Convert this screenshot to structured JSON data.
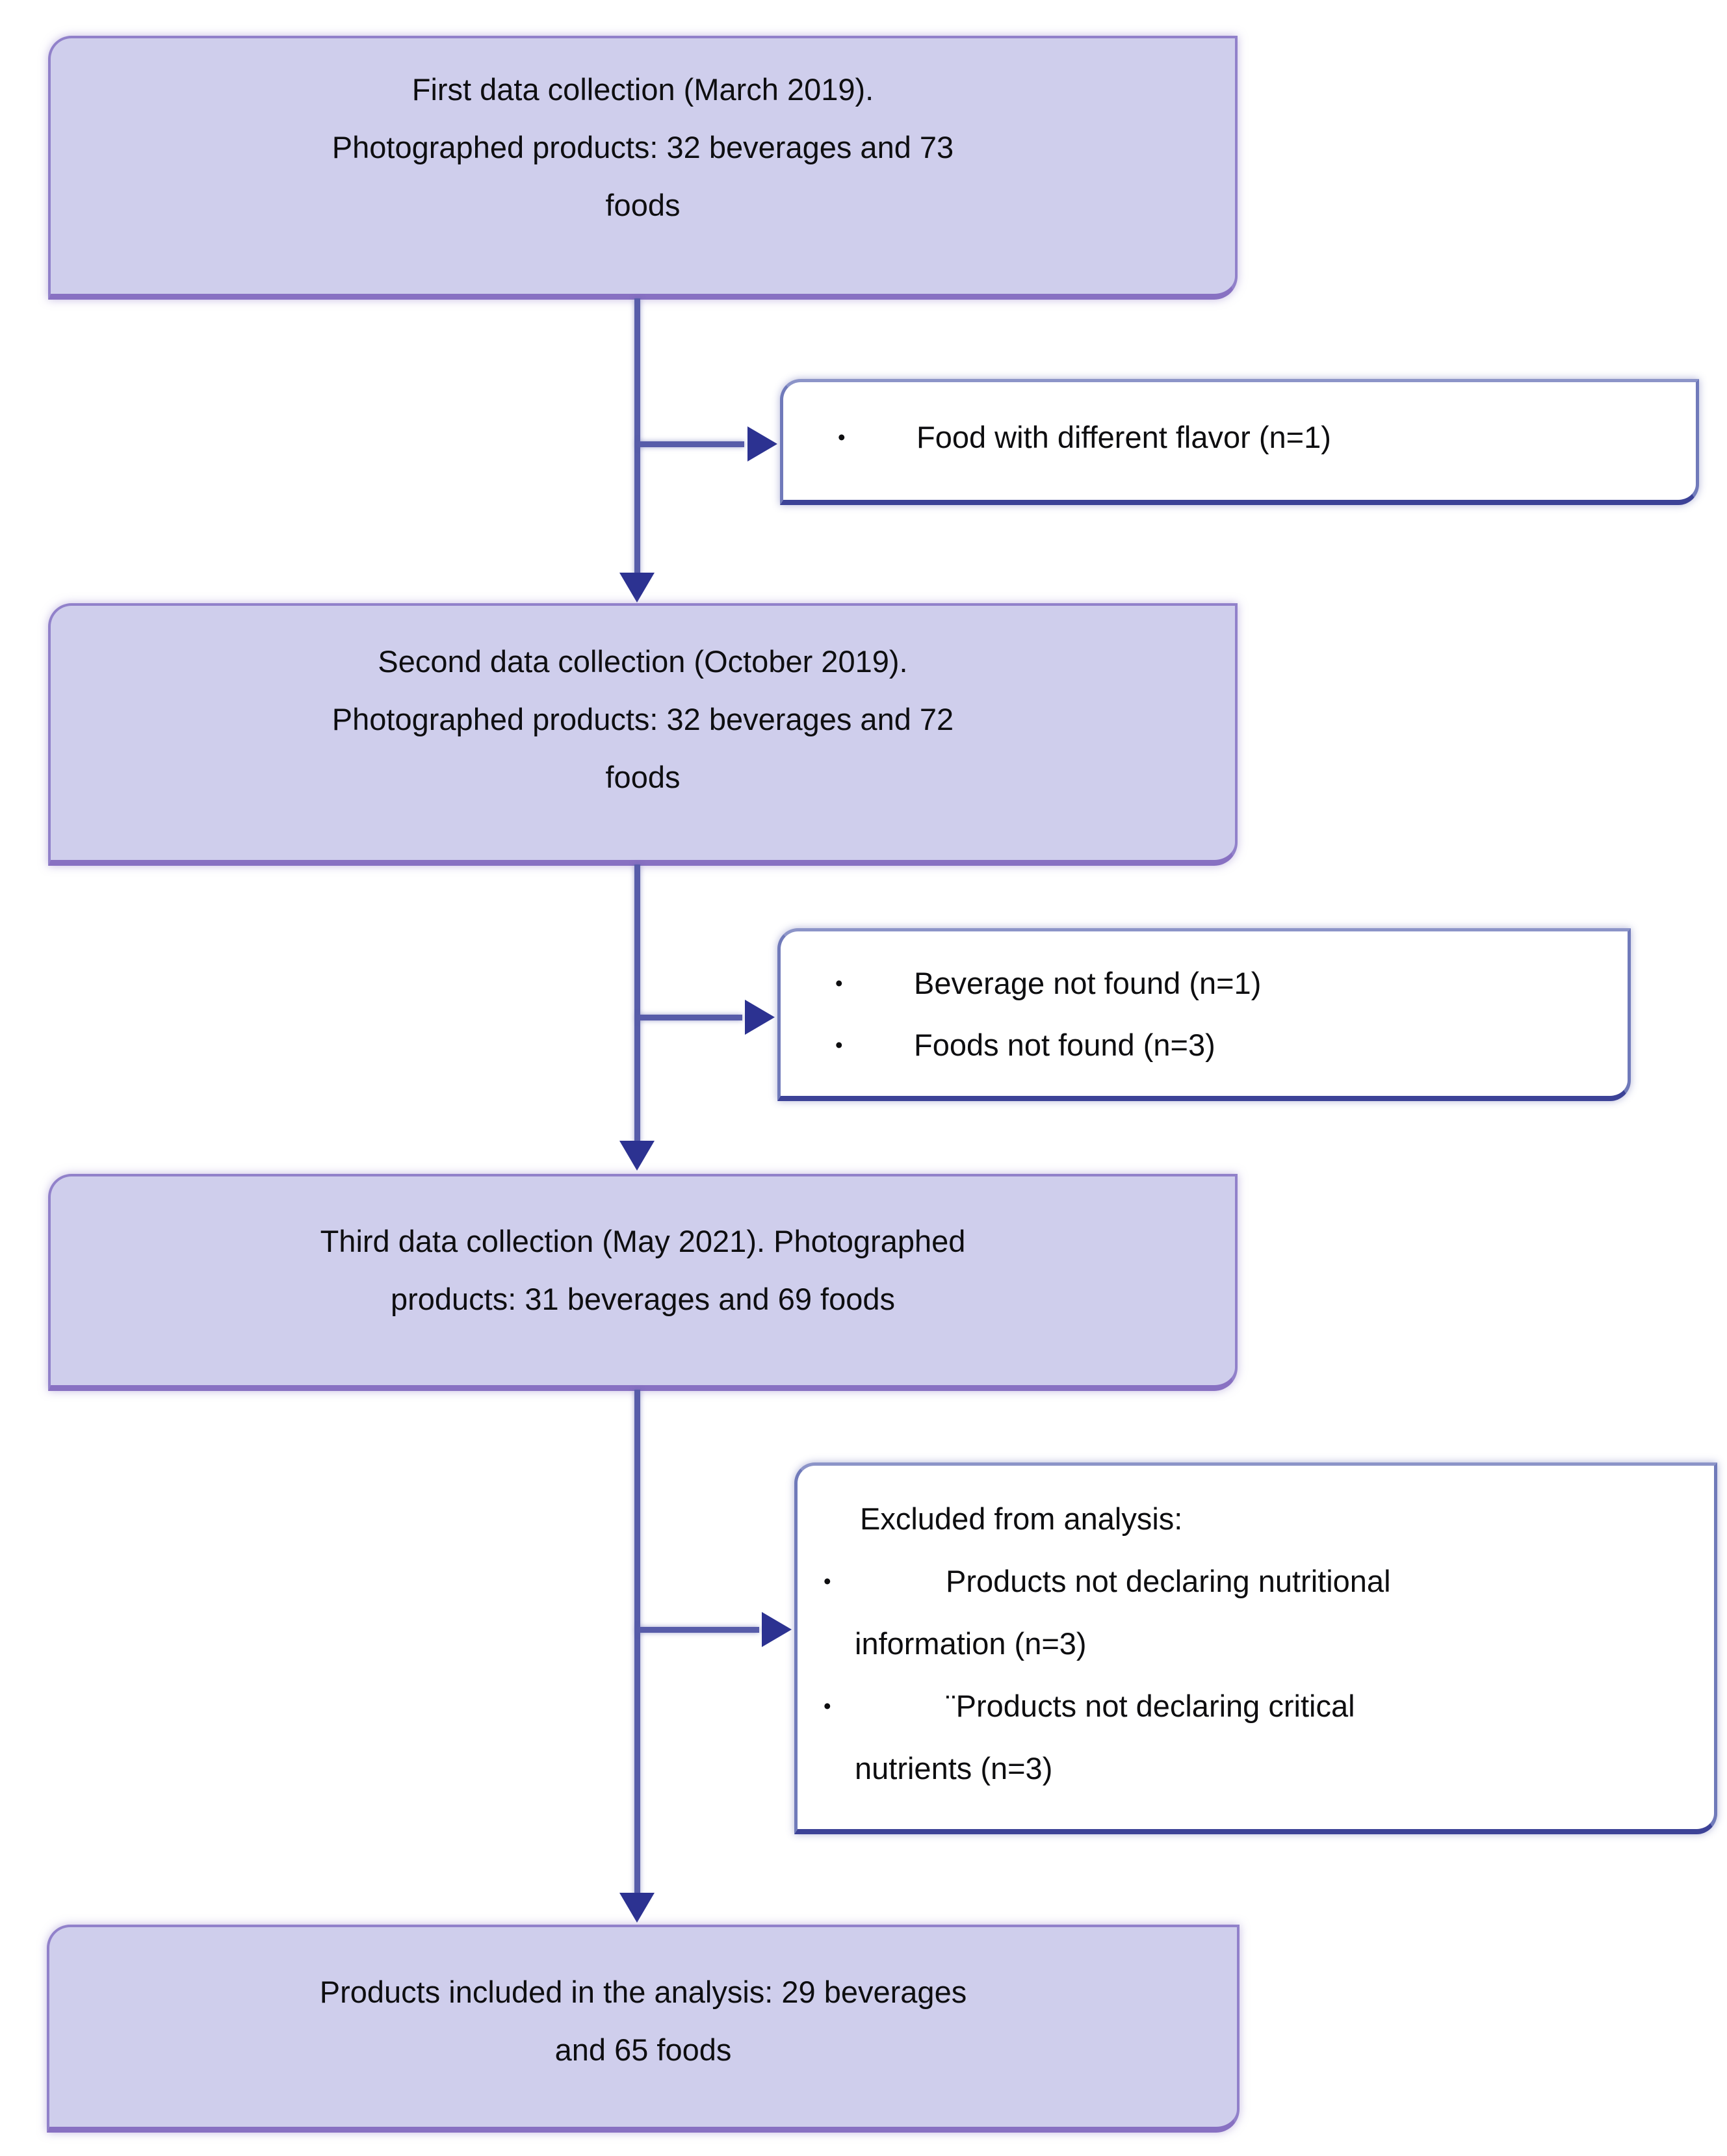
{
  "bullet_char": "•",
  "stages": [
    {
      "lines": [
        "First data collection (March 2019).",
        "Photographed products: 32 beverages and 73",
        "foods"
      ]
    },
    {
      "lines": [
        "Second data collection (October 2019).",
        "Photographed products: 32 beverages and 72",
        "foods"
      ]
    },
    {
      "lines": [
        "Third data collection (May 2021). Photographed",
        "products: 31 beverages and 69 foods"
      ]
    },
    {
      "lines": [
        "Products included in the analysis: 29 beverages",
        "and 65 foods"
      ]
    }
  ],
  "exclusions": [
    {
      "items": [
        {
          "lines": [
            "Food with different flavor (n=1)"
          ]
        }
      ]
    },
    {
      "items": [
        {
          "lines": [
            "Beverage not found (n=1)"
          ]
        },
        {
          "lines": [
            "Foods not found (n=3)"
          ]
        }
      ]
    },
    {
      "title": "Excluded from analysis:",
      "items": [
        {
          "lines": [
            "Products not declaring nutritional",
            "information (n=3)"
          ]
        },
        {
          "lines": [
            "¨Products not declaring critical",
            "nutrients (n=3)"
          ]
        }
      ]
    }
  ],
  "colors": {
    "stage_fill": "#CFCEEC",
    "stage_border": "#9181CA",
    "exclusion_fill": "#FFFFFF",
    "exclusion_border": "#707ABA",
    "connector": "#575CA9",
    "arrowhead": "#2C3291",
    "text": "#0E0E10"
  }
}
